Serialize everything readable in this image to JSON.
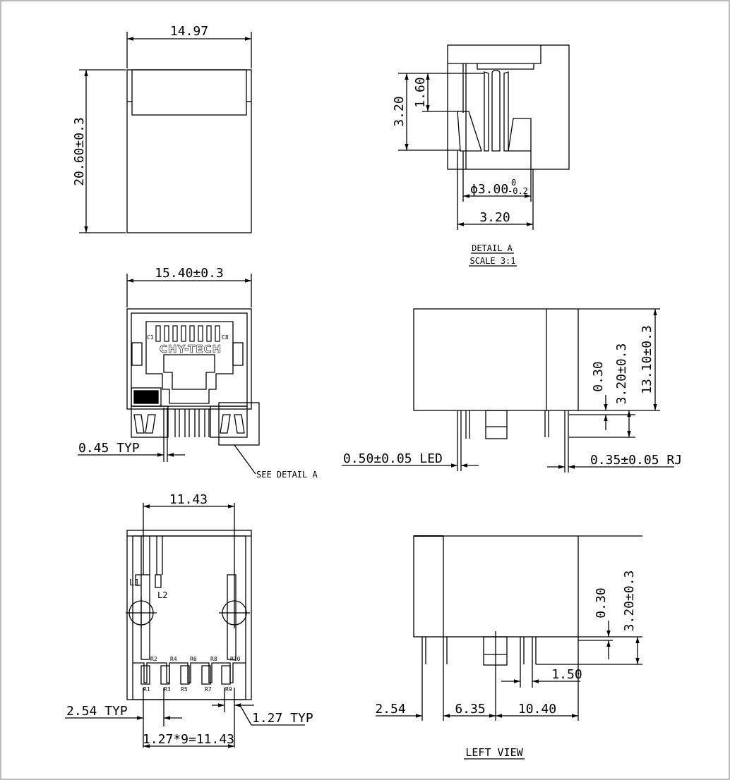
{
  "top_view": {
    "width_dim": "14.97",
    "height_dim": "20.60±0.3"
  },
  "detail_a": {
    "dim_3_20_vertical": "3.20",
    "dim_1_60": "1.60",
    "dim_phi_base": "ϕ3.00",
    "dim_phi_upper_tol": "0",
    "dim_phi_lower_tol": "-0.2",
    "dim_3_20_horizontal": "3.20",
    "title_line1": "DETAIL A",
    "title_line2": "SCALE 3:1"
  },
  "front_view": {
    "width_dim": "15.40±0.3",
    "label_c1": "C1",
    "label_c8": "C8",
    "logo_text": "CHY-TECH",
    "pin_typ": "0.45 TYP",
    "see_detail": "SEE DETAIL A"
  },
  "side_view_top": {
    "dim_0_30": "0.30",
    "dim_3_20": "3.20±0.3",
    "dim_13_10": "13.10±0.3",
    "led_dim": "0.50±0.05 LED",
    "rj_dim": "0.35±0.05 RJ"
  },
  "bottom_view": {
    "width_dim": "11.43",
    "label_l1": "L1",
    "label_l2": "L2",
    "pin_labels_top": [
      "R2",
      "R4",
      "R6",
      "R8",
      "R10"
    ],
    "pin_labels_bottom": [
      "R1",
      "R3",
      "R5",
      "R7",
      "R9"
    ],
    "dim_2_54_typ": "2.54 TYP",
    "dim_1_27_typ": "1.27 TYP",
    "dim_pitch_total": "1.27*9=11.43"
  },
  "left_view": {
    "dim_0_30": "0.30",
    "dim_3_20": "3.20±0.3",
    "dim_1_50": "1.50",
    "dim_2_54": "2.54",
    "dim_6_35": "6.35",
    "dim_10_40": "10.40",
    "title": "LEFT VIEW"
  }
}
